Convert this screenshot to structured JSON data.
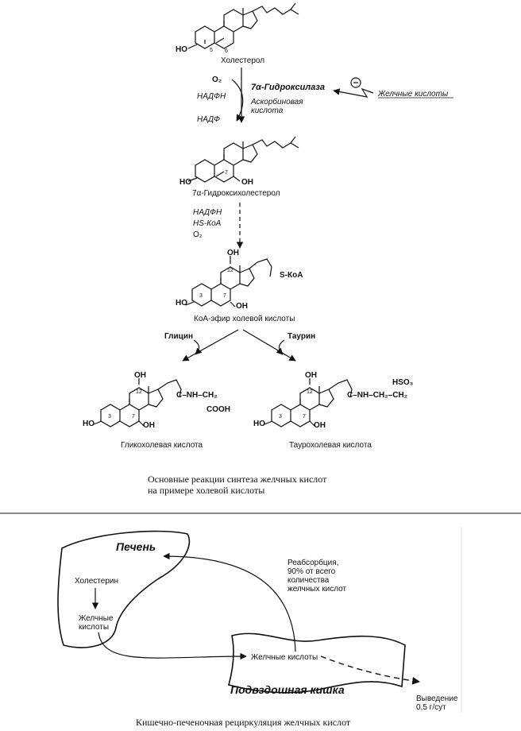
{
  "synthesis": {
    "cholesterol": "Холестерол",
    "ho": "HO",
    "oh": "OH",
    "pos5": "5",
    "pos6": "6",
    "pos7": "7",
    "pos3": "3",
    "pos12": "12",
    "o2": "O₂",
    "nadph": "НАДФН",
    "nadp": "НАДФ",
    "enzyme": "7α-Гидроксилаза",
    "ascorbic_1": "Аскорбиновая",
    "ascorbic_2": "кислота",
    "inhibitor_sign": "⊖",
    "bile_acids_inhibitor": "Желчные кислоты",
    "hydroxycholesterol": "7α-Гидроксихолестерол",
    "hs_koa": "HS-КоА",
    "s_koa": "S-КоА",
    "koa_ester": "КоА-эфир холевой кислоты",
    "glycine": "Глицин",
    "taurine": "Таурин",
    "glyco_group_nh": "C–NH–CH₂",
    "glyco_group_cooh": "COOH",
    "tauro_group_nh": "C–NH–CH₂–CH₂",
    "tauro_group_so3": "HSO₃",
    "glycocholic": "Гликохолевая кислота",
    "taurocholic": "Таурохолевая кислота",
    "caption_1": "Основные реакции синтеза желчных кислот",
    "caption_2": "на примере холевой кислоты"
  },
  "recirculation": {
    "liver": "Печень",
    "cholesterol": "Холестерин",
    "bile_acids_1": "Желчные",
    "bile_acids_2": "кислоты",
    "reabsorption_1": "Реабсорбция,",
    "reabsorption_2": "90% от всего",
    "reabsorption_3": "количества",
    "reabsorption_4": "желчных кислот",
    "intestine_acids": "Желчные кислоты",
    "ileum": "Подвздошная кишка",
    "excretion_1": "Выведение",
    "excretion_2": "0,5 г/сут",
    "caption": "Кишечно-печеночная рециркуляция желчных кислот"
  }
}
